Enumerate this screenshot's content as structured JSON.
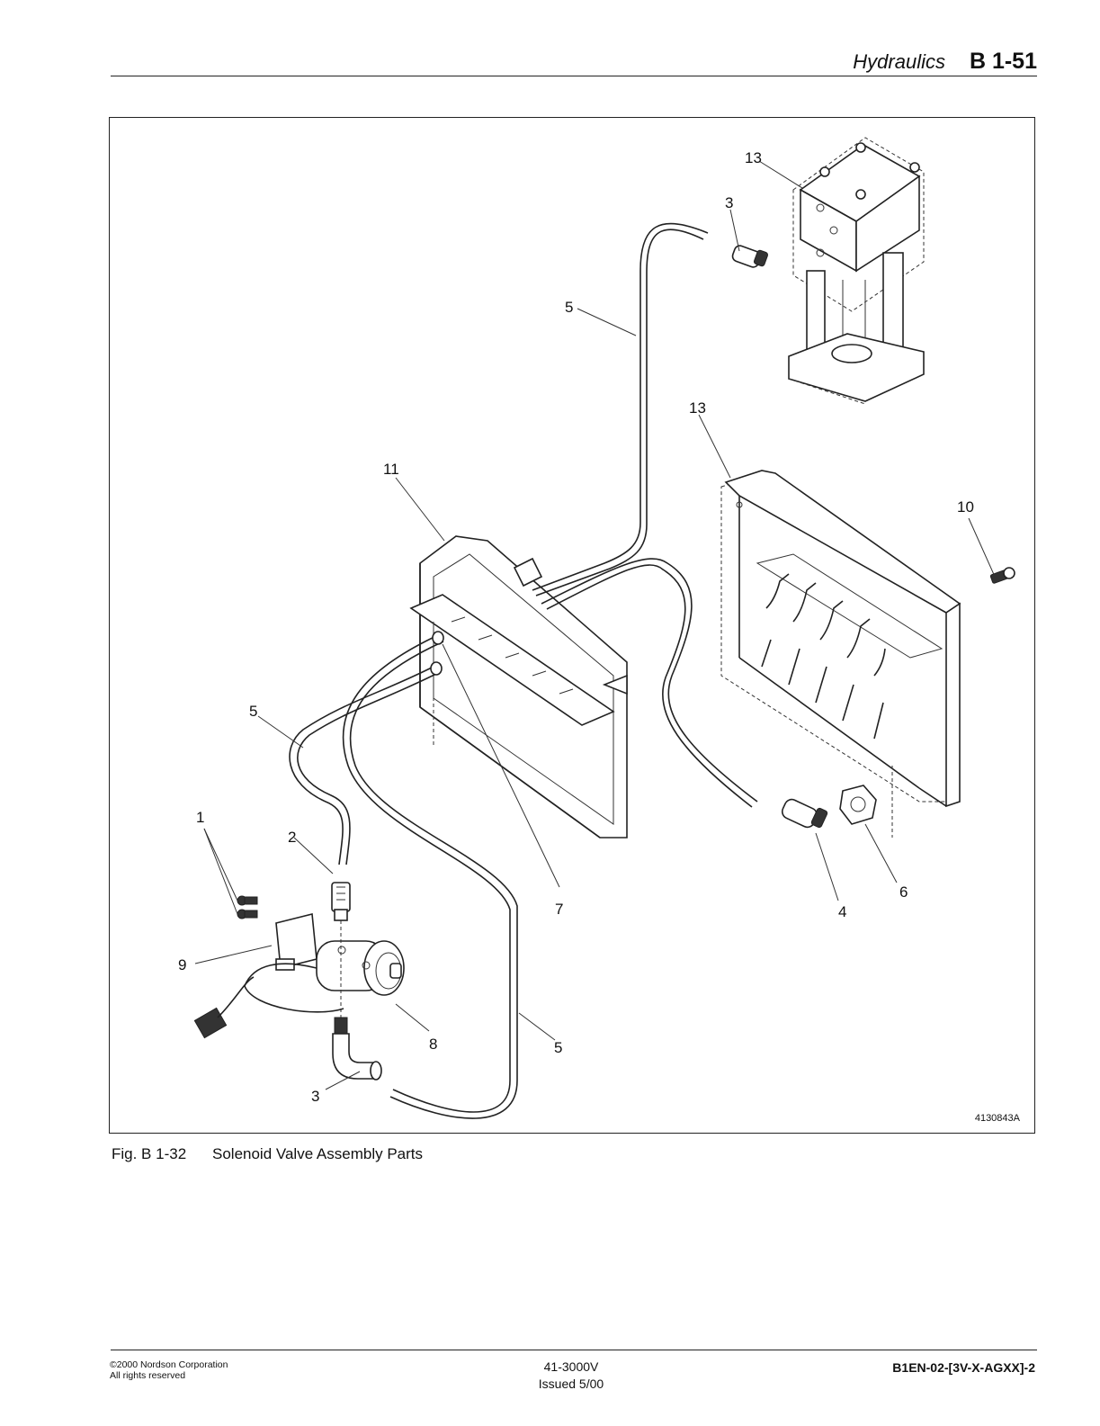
{
  "header": {
    "section_title": "Hydraulics",
    "page_number": "B 1-51"
  },
  "figure": {
    "drawing_number": "4130843A",
    "caption_number": "Fig. B 1-32",
    "caption_title": "Solenoid Valve Assembly Parts",
    "callouts": {
      "c1": "1",
      "c2": "2",
      "c3a": "3",
      "c3b": "3",
      "c4": "4",
      "c5a": "5",
      "c5b": "5",
      "c5c": "5",
      "c6": "6",
      "c7": "7",
      "c8": "8",
      "c9": "9",
      "c10": "10",
      "c11": "11",
      "c13a": "13",
      "c13b": "13"
    }
  },
  "footer": {
    "copyright_line1": "©2000 Nordson Corporation",
    "copyright_line2": "All rights reserved",
    "manual_number": "41-3000V",
    "issue_date": "Issued 5/00",
    "document_code": "B1EN-02-[3V-X-AGXX]-2"
  }
}
